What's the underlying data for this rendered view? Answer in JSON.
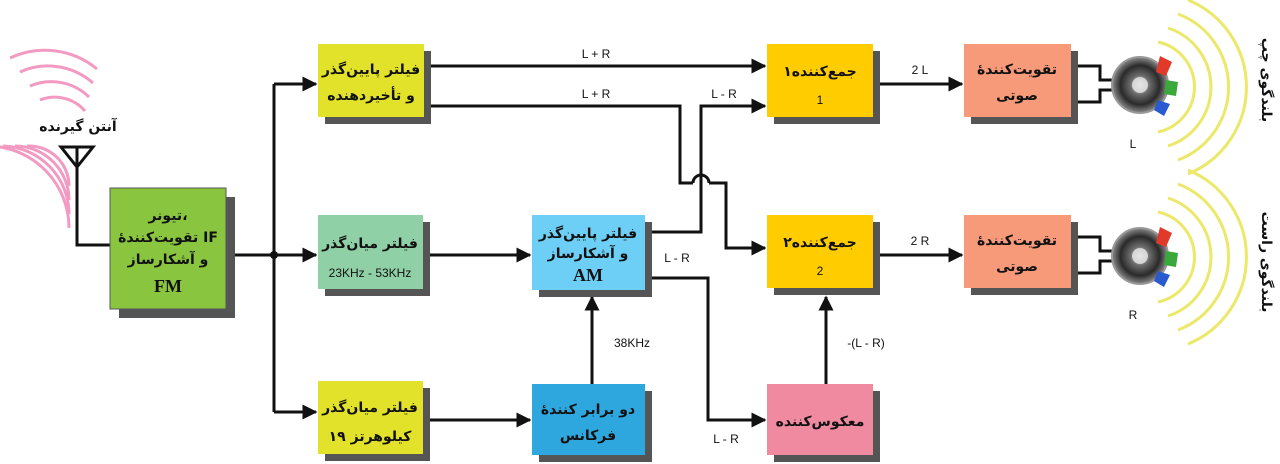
{
  "antenna": {
    "label": "آنتن گیرنده"
  },
  "tuner": {
    "line1": "تیونر،",
    "line2": "تقویت‌کنندهٔ IF",
    "line3": "و آشکارساز",
    "line4": "FM"
  },
  "lowpass_delay": {
    "line1": "فیلتر پایین‌گذر",
    "line2": "و تأخیردهنده"
  },
  "bandpass": {
    "line1": "فیلتر میان‌گذر",
    "line2": "23KHz - 53KHz"
  },
  "pilot_filter": {
    "line1": "فیلتر میان‌گذر",
    "line2": "۱۹ کیلوهرتز"
  },
  "am_detector": {
    "line1": "فیلتر پایین‌گذر",
    "line2": "و آشکارساز",
    "line3": "AM"
  },
  "doubler": {
    "line1": "دو برابر کنندهٔ",
    "line2": "فرکانس"
  },
  "adder1": {
    "line1": "جمع‌کننده۱",
    "line2": "1"
  },
  "adder2": {
    "line1": "جمع‌کننده۲",
    "line2": "2"
  },
  "inverter": {
    "line1": "معکوس‌کننده"
  },
  "amp_left": {
    "line1": "تقویت‌کنندهٔ",
    "line2": "صوتی"
  },
  "amp_right": {
    "line1": "تقویت‌کنندهٔ",
    "line2": "صوتی"
  },
  "signals": {
    "lr_sum_top": "L + R",
    "lr_sum_mid": "L + R",
    "lr_diff_top": "L - R",
    "lr_diff_mid": "L - R",
    "lr_diff_bottom": "L - R",
    "neg_diff": "-(L - R)",
    "freq38": "38KHz",
    "out_left": "2 L",
    "out_right": "2 R"
  },
  "speaker_left": {
    "letter": "L",
    "caption": "بلندگوی چپ"
  },
  "speaker_right": {
    "letter": "R",
    "caption": "بلندگوی راست"
  },
  "colors": {
    "tuner": "#8ac53f",
    "yellow_filter": "#e2e22a",
    "bandpass": "#8fd0a6",
    "am": "#6dcff6",
    "doubler": "#2ea7df",
    "adder": "#ffcc00",
    "inverter": "#f08aa0",
    "amp": "#f79a79"
  }
}
